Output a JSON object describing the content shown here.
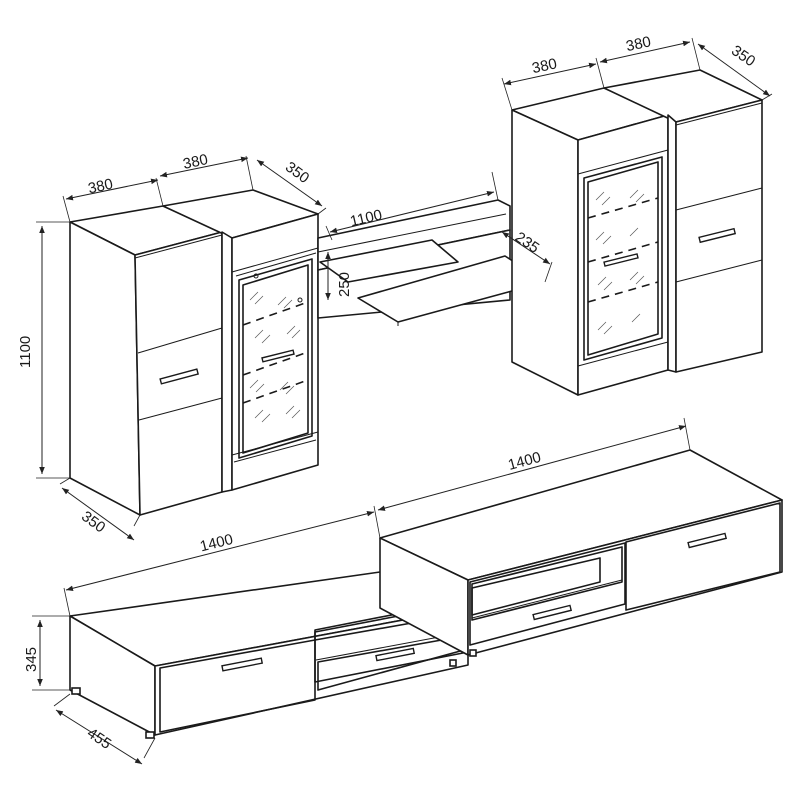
{
  "dimensions": {
    "left_cabinet_width": "380",
    "left_glass_width": "380",
    "left_depth_top": "350",
    "height": "1100",
    "left_depth_bottom": "350",
    "shelf_length": "1100",
    "shelf_height": "250",
    "shelf_depth": "235",
    "right_glass_width": "380",
    "right_cabinet_width": "380",
    "right_depth": "350",
    "tv_left_length": "1400",
    "tv_right_length": "1400",
    "tv_height": "345",
    "tv_depth": "455"
  }
}
